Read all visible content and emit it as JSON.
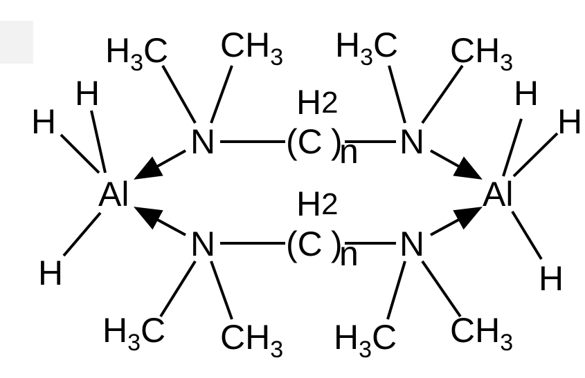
{
  "diagram": {
    "aluminum": {
      "symbol": "Al"
    },
    "hydrogen": {
      "symbol": "H"
    },
    "nitrogen": {
      "symbol": "N"
    },
    "methyl_left": {
      "text": "H",
      "sub": "3",
      "tail": "C"
    },
    "methyl_right": {
      "text": "CH",
      "sub": "3"
    },
    "methylene_bridge": {
      "h_symbol": "H",
      "h_count": "2",
      "open": "(C",
      "close": ")",
      "repeat": "n"
    }
  }
}
